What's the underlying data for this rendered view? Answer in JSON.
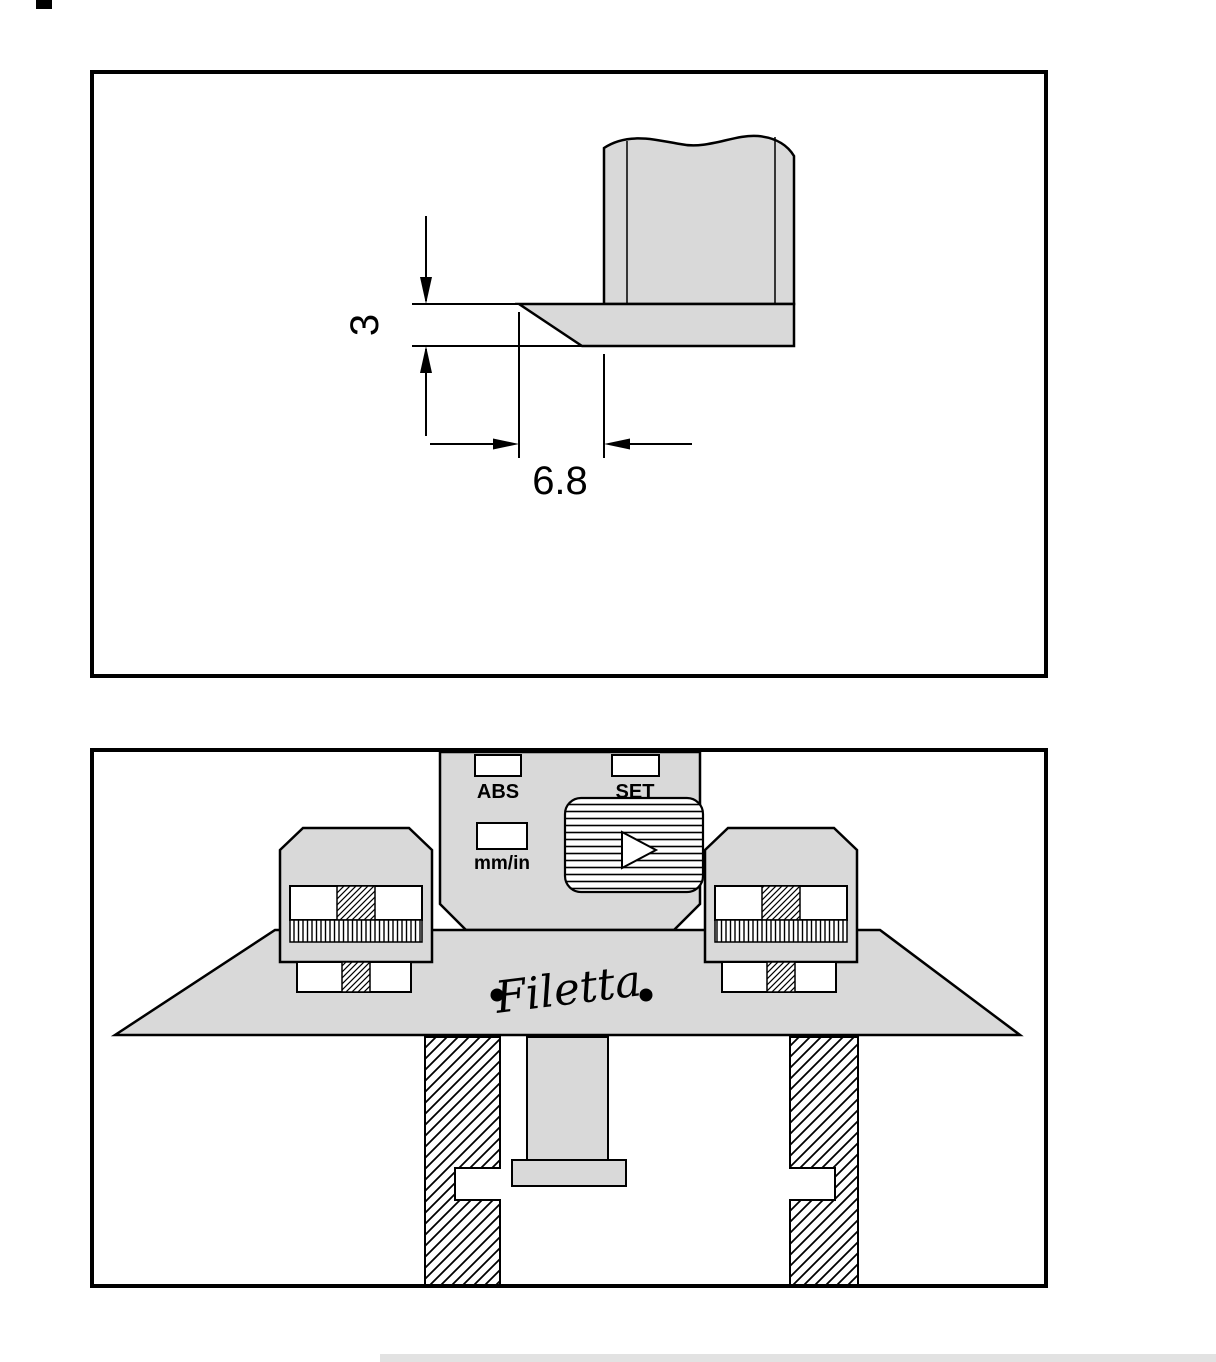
{
  "colors": {
    "metal": "#d9d9d9",
    "line": "#000000",
    "paper": "#ffffff"
  },
  "top_drawing": {
    "thickness_dim": "3",
    "length_dim": "6.8"
  },
  "gauge_drawing": {
    "abs_label": "ABS",
    "set_label": "SET",
    "unit_label": "mm/in",
    "brand": "Filetta"
  }
}
